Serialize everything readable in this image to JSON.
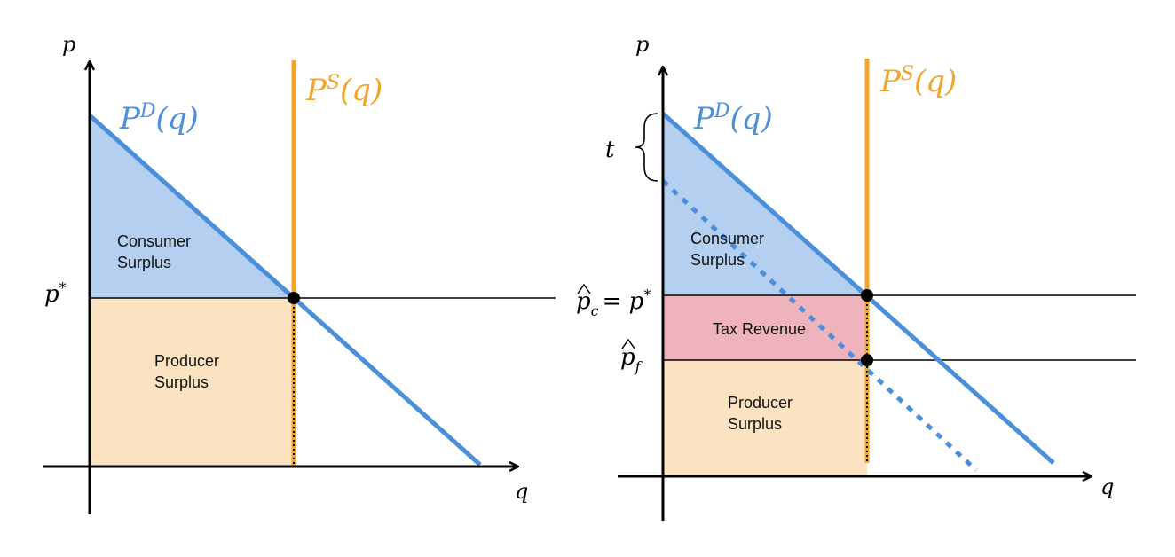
{
  "colors": {
    "demand": "#4a8fdc",
    "supply": "#f2a52a",
    "consumer_surplus": "#b5cff0",
    "producer_surplus": "#fbe3c2",
    "tax_revenue": "#efb4bb",
    "axis": "#000000"
  },
  "left": {
    "axis_y_label": "p",
    "axis_x_label": "q",
    "demand_label": {
      "base": "P",
      "sup": "D",
      "arg": "(q)"
    },
    "supply_label": {
      "base": "P",
      "sup": "S",
      "arg": "(q)"
    },
    "price_label": {
      "base": "p",
      "sup": "*"
    },
    "consumer_surplus": [
      "Consumer",
      "Surplus"
    ],
    "producer_surplus": [
      "Producer",
      "Surplus"
    ]
  },
  "right": {
    "axis_y_label": "p",
    "axis_x_label": "q",
    "demand_label": {
      "base": "P",
      "sup": "D",
      "arg": "(q)"
    },
    "supply_label": {
      "base": "P",
      "sup": "S",
      "arg": "(q)"
    },
    "tax_label": "t",
    "pc_label": {
      "base": "p",
      "sub": "c",
      "rhs": "= p",
      "sup": "*"
    },
    "pf_label": {
      "base": "p",
      "sub": "f"
    },
    "consumer_surplus": [
      "Consumer",
      "Surplus"
    ],
    "producer_surplus": [
      "Producer",
      "Surplus"
    ],
    "tax_revenue": "Tax Revenue"
  }
}
